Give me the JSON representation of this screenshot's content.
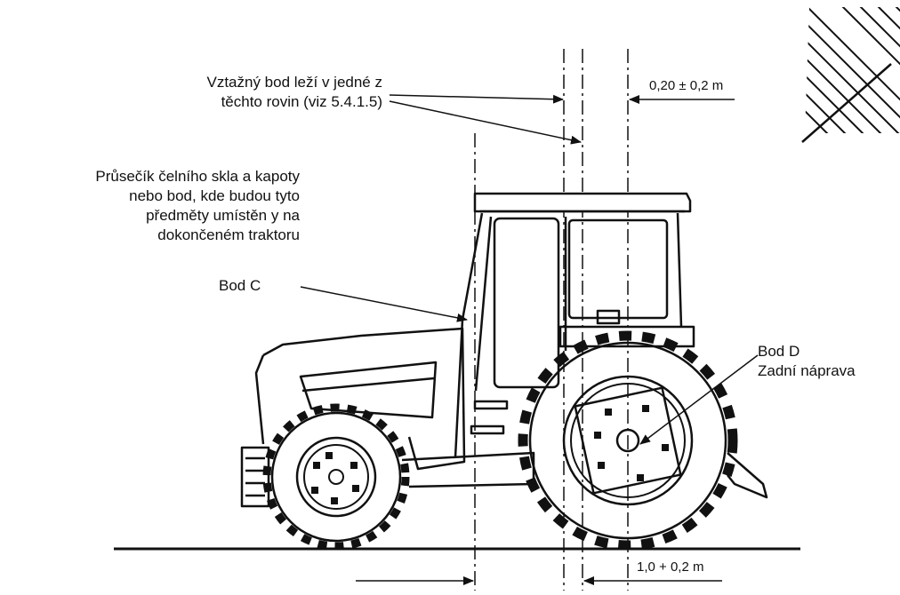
{
  "labels": {
    "reference_point": [
      "Vztažný bod leží v jedné z",
      "těchto rovin (viz 5.4.1.5)"
    ],
    "intersection": [
      "Průsečík čelního skla a kapoty",
      "nebo bod, kde budou tyto",
      "předměty umístěn y na",
      "dokončeném traktoru"
    ],
    "point_c": "Bod C",
    "point_d": [
      "Bod D",
      "Zadní náprava"
    ],
    "tolerance_top": "0,20 ± 0,2 m",
    "tolerance_bottom": "1,0 + 0,2 m"
  },
  "colors": {
    "ink": "#111111",
    "background": "#ffffff"
  }
}
